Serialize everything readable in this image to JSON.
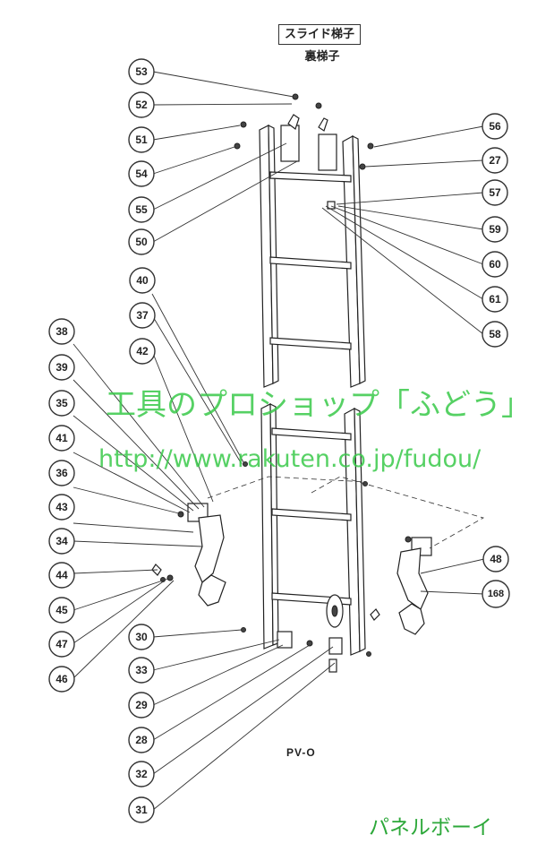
{
  "title": "スライド梯子",
  "subtitle": "裏梯子",
  "model": "PV-O",
  "watermark_line1": "工具のプロショップ「ふどう」",
  "watermark_line2": "http://www.rakuten.co.jp/fudou/",
  "brand": "パネルボーイ",
  "callouts": [
    "53",
    "52",
    "51",
    "54",
    "55",
    "50",
    "56",
    "27",
    "57",
    "59",
    "60",
    "61",
    "58",
    "40",
    "37",
    "42",
    "38",
    "39",
    "35",
    "41",
    "36",
    "43",
    "34",
    "44",
    "45",
    "47",
    "46",
    "30",
    "33",
    "29",
    "28",
    "32",
    "31",
    "48",
    "168"
  ]
}
